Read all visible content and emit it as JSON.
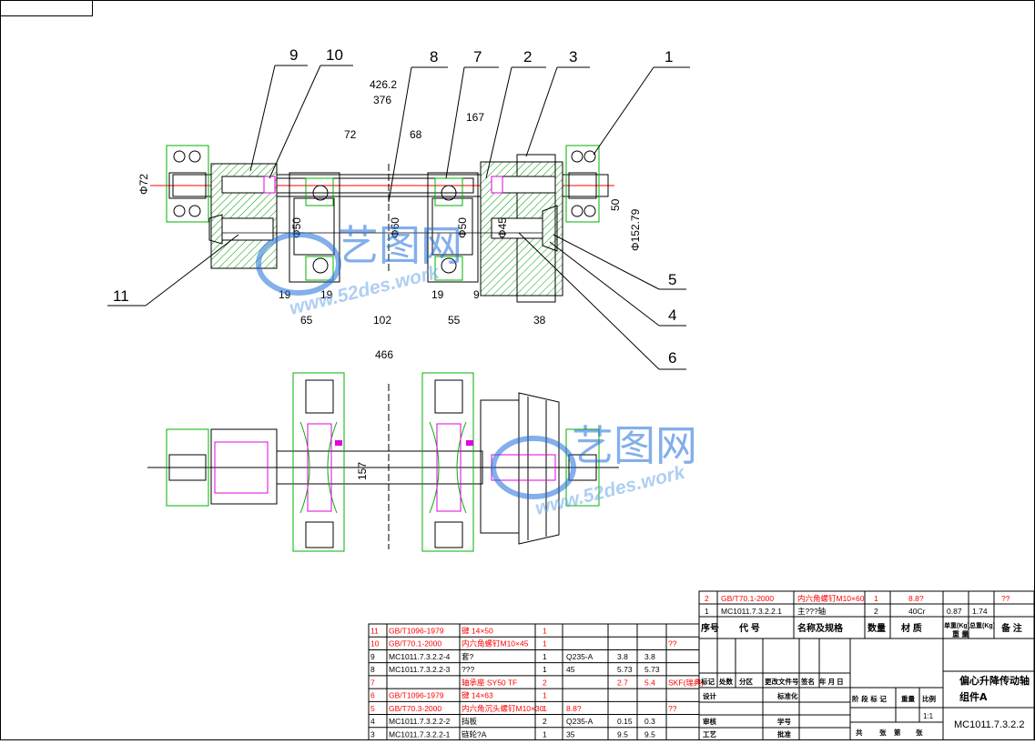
{
  "drawing": {
    "title_lines": [
      "偏心升降传动轴",
      "组件A"
    ],
    "drawing_number": "MC1011.7.3.2.2",
    "scale": "1:1",
    "sheet_footer": [
      "共",
      "张",
      "第",
      "张"
    ],
    "stage_headers": [
      "阶 段 标 记",
      "重量",
      "比例"
    ]
  },
  "balloons": [
    "9",
    "10",
    "8",
    "7",
    "2",
    "3",
    "1",
    "11",
    "5",
    "4",
    "6"
  ],
  "dimensions": {
    "top": [
      "426.2",
      "376",
      "72",
      "68",
      "167"
    ],
    "bottom_row": [
      "19",
      "19",
      "19",
      "9",
      "65",
      "102",
      "55",
      "38"
    ],
    "overall": "466",
    "diameters": [
      "Φ72",
      "Φ50",
      "Φ60",
      "Φ50",
      "Φ45",
      "Φ152.79",
      "50"
    ],
    "plan_dim": "157"
  },
  "watermark": {
    "brand": "艺图网",
    "url": "www.52des.work"
  },
  "colors": {
    "line": "#000000",
    "green": "#00b000",
    "magenta": "#e000e0",
    "red": "#ff0000",
    "hatch": "#00a000"
  },
  "bom_upper": {
    "rows": [
      {
        "no": "2",
        "code": "GB/T70.1-2000",
        "name": "内六角螺钉M10×60",
        "qty": "1",
        "material": "8.8?",
        "w1": "",
        "w2": "",
        "remark": "??",
        "red": true
      },
      {
        "no": "1",
        "code": "MC1011.7.3.2.2.1",
        "name": "主???轴",
        "qty": "2",
        "material": "40Cr",
        "w1": "0.87",
        "w2": "1.74",
        "remark": "",
        "red": false
      }
    ],
    "header": {
      "no": "序号",
      "code": "代 号",
      "name": "名称及规格",
      "qty": "数量",
      "material": "材 质",
      "w1": "单重(Kg)",
      "w2": "总重(Kg)",
      "weight": "重 量",
      "remark": "备 注"
    }
  },
  "bom_lower": [
    {
      "no": "11",
      "code": "GB/T1096-1979",
      "name": "键 14×50",
      "qty": "1",
      "material": "",
      "w1": "",
      "w2": "",
      "remark": "",
      "red": true
    },
    {
      "no": "10",
      "code": "GB/T70.1-2000",
      "name": "内六角螺钉M10×45",
      "qty": "1",
      "material": "",
      "w1": "",
      "w2": "",
      "remark": "??",
      "red": true
    },
    {
      "no": "9",
      "code": "MC1011.7.3.2.2-4",
      "name": "套?",
      "qty": "1",
      "material": "Q235-A",
      "w1": "3.8",
      "w2": "3.8",
      "remark": "",
      "red": false
    },
    {
      "no": "8",
      "code": "MC1011.7.3.2.2-3",
      "name": "???",
      "qty": "1",
      "material": "45",
      "w1": "5.73",
      "w2": "5.73",
      "remark": "",
      "red": false
    },
    {
      "no": "7",
      "code": "",
      "name": "轴承座 SY50 TF",
      "qty": "2",
      "material": "",
      "w1": "2.7",
      "w2": "5.4",
      "remark": "SKF(瑞典)",
      "red": true
    },
    {
      "no": "6",
      "code": "GB/T1096-1979",
      "name": "键 14×63",
      "qty": "1",
      "material": "",
      "w1": "",
      "w2": "",
      "remark": "",
      "red": true
    },
    {
      "no": "5",
      "code": "GB/T70.3-2000",
      "name": "内六角沉头螺钉M10×30",
      "qty": "1",
      "material": "8.8?",
      "w1": "",
      "w2": "",
      "remark": "??",
      "red": true
    },
    {
      "no": "4",
      "code": "MC1011.7.3.2.2-2",
      "name": "挡板",
      "qty": "2",
      "material": "Q235-A",
      "w1": "0.15",
      "w2": "0.3",
      "remark": "",
      "red": false
    },
    {
      "no": "3",
      "code": "MC1011.7.3.2.2-1",
      "name": "链轮?A",
      "qty": "1",
      "material": "35",
      "w1": "9.5",
      "w2": "9.5",
      "remark": "",
      "red": false
    }
  ],
  "signoff": {
    "row1": [
      "标记",
      "处数",
      "分区",
      "更改文件号",
      "签名",
      "年 月 日"
    ],
    "labels": [
      "设计",
      "标准化",
      "审核",
      "学号",
      "工艺",
      "批准"
    ]
  }
}
